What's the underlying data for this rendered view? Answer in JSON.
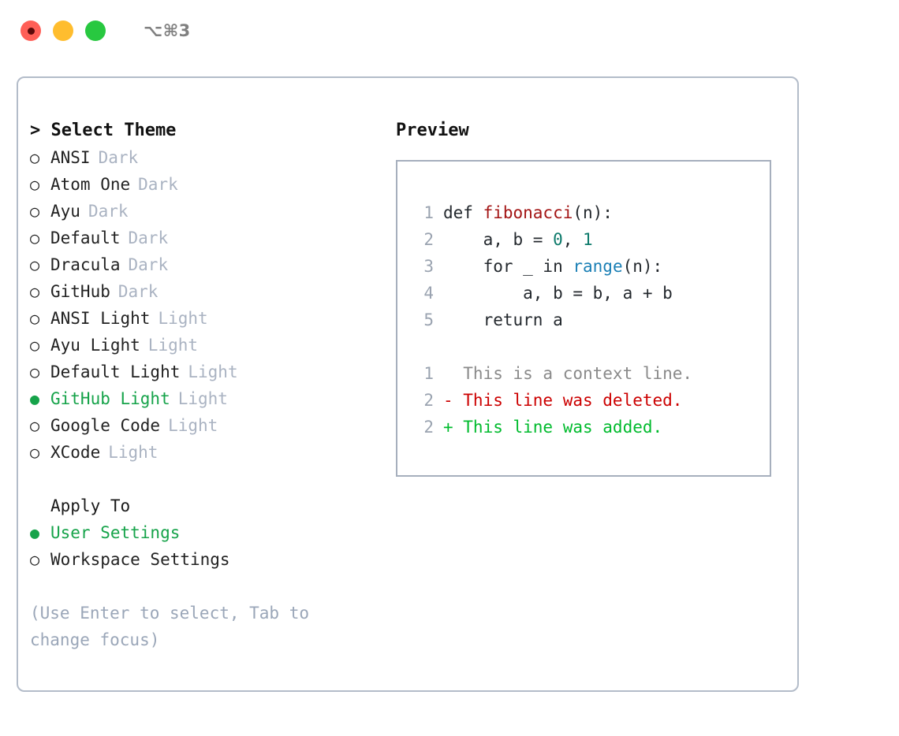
{
  "titlebar": {
    "shortcut": "⌥⌘3",
    "buttons": [
      {
        "name": "close",
        "color": "#ff5f57"
      },
      {
        "name": "minimize",
        "color": "#ffbd2e"
      },
      {
        "name": "maximize",
        "color": "#28c840"
      }
    ]
  },
  "colors": {
    "selected_green": "#16a34a",
    "muted": "#aab3c2",
    "hint": "#9aa6b8",
    "border": "#b3bcc9",
    "preview_border": "#a6afbd",
    "diff_add": "#00bb2d",
    "diff_del": "#cc0000",
    "diff_ctx": "#8a8a8a",
    "token_function": "#a31515",
    "token_number": "#0d7a6b",
    "token_call": "#1a7fb5"
  },
  "left": {
    "title": "> Select Theme",
    "bullet_unselected": "○",
    "bullet_selected": "●",
    "themes": [
      {
        "name": "ANSI",
        "variant": "Dark",
        "selected": false
      },
      {
        "name": "Atom One",
        "variant": "Dark",
        "selected": false
      },
      {
        "name": "Ayu",
        "variant": "Dark",
        "selected": false
      },
      {
        "name": "Default",
        "variant": "Dark",
        "selected": false
      },
      {
        "name": "Dracula",
        "variant": "Dark",
        "selected": false
      },
      {
        "name": "GitHub",
        "variant": "Dark",
        "selected": false
      },
      {
        "name": "ANSI Light",
        "variant": "Light",
        "selected": false
      },
      {
        "name": "Ayu Light",
        "variant": "Light",
        "selected": false
      },
      {
        "name": "Default Light",
        "variant": "Light",
        "selected": false
      },
      {
        "name": "GitHub Light",
        "variant": "Light",
        "selected": true
      },
      {
        "name": "Google Code",
        "variant": "Light",
        "selected": false
      },
      {
        "name": "XCode",
        "variant": "Light",
        "selected": false
      }
    ],
    "apply_to": {
      "title": "Apply To",
      "options": [
        {
          "label": "User Settings",
          "selected": true
        },
        {
          "label": "Workspace Settings",
          "selected": false
        }
      ]
    },
    "hint": "(Use Enter to select, Tab to change focus)"
  },
  "right": {
    "title": "Preview",
    "code_lines": [
      {
        "number": "1",
        "tokens": [
          {
            "text": "def ",
            "type": "kw"
          },
          {
            "text": "fibonacci",
            "type": "fn"
          },
          {
            "text": "(n):",
            "type": "plain"
          }
        ]
      },
      {
        "number": "2",
        "tokens": [
          {
            "text": "    a, b = ",
            "type": "plain"
          },
          {
            "text": "0",
            "type": "num"
          },
          {
            "text": ", ",
            "type": "plain"
          },
          {
            "text": "1",
            "type": "num"
          }
        ]
      },
      {
        "number": "3",
        "tokens": [
          {
            "text": "    for _ in ",
            "type": "plain"
          },
          {
            "text": "range",
            "type": "call"
          },
          {
            "text": "(n):",
            "type": "plain"
          }
        ]
      },
      {
        "number": "4",
        "tokens": [
          {
            "text": "        a, b = b, a + b",
            "type": "plain"
          }
        ]
      },
      {
        "number": "5",
        "tokens": [
          {
            "text": "    return a",
            "type": "plain"
          }
        ]
      }
    ],
    "diff_lines": [
      {
        "number": "1",
        "marker": " ",
        "text": "  This is a context line.",
        "type": "ctx"
      },
      {
        "number": "2",
        "marker": "-",
        "text": "- This line was deleted.",
        "type": "del"
      },
      {
        "number": "2",
        "marker": "+",
        "text": "+ This line was added.",
        "type": "add"
      }
    ]
  }
}
